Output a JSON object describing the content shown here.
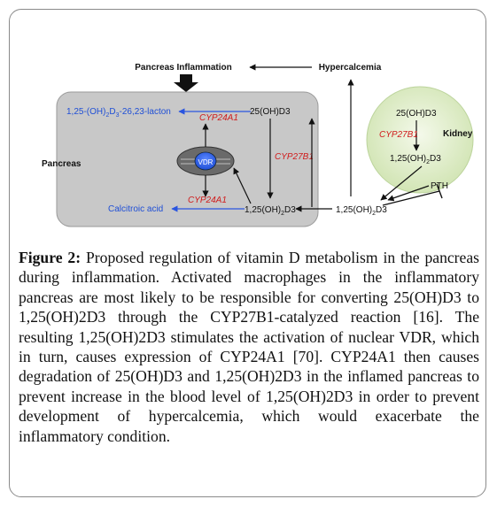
{
  "diagram": {
    "pancreas_inflammation": "Pancreas Inflammation",
    "hypercalcemia": "Hypercalcemia",
    "pancreas": "Pancreas",
    "lacton_main": "1,25-(OH)",
    "lacton_sub": "2",
    "lacton_mid": "D",
    "lacton_sub2": "3",
    "lacton_end": "-26,23-lacton",
    "cyp24a1_top": "CYP24A1",
    "ohd3_pancreas": "25(OH)D3",
    "cyp27b1_pancreas": "CYP27B1",
    "vdr": "VDR",
    "cyp24a1_bottom": "CYP24A1",
    "calcitroic_acid": "Calcitroic acid",
    "dihydroxy_pancreas_a": "1,25(OH)",
    "dihydroxy_pancreas_sub": "2",
    "dihydroxy_pancreas_b": "D3",
    "dihydroxy_blood_a": "1,25(OH)",
    "dihydroxy_blood_sub": "2",
    "dihydroxy_blood_b": "D3",
    "kidney": "Kidney",
    "ohd3_kidney": "25(OH)D3",
    "cyp27b1_kidney": "CYP27B1",
    "dihydroxy_kidney_a": "1,25(OH)",
    "dihydroxy_kidney_sub": "2",
    "dihydroxy_kidney_b": "D3",
    "pth": "PTH"
  },
  "caption": {
    "figure_label": "Figure 2:",
    "text": " Proposed regulation of vitamin D metabolism in the pancreas during inflammation. Activated macrophages in the inflammatory pancreas are most likely to be responsible for converting 25(OH)D3 to 1,25(OH)2D3 through the CYP27B1-catalyzed reaction [16]. The resulting 1,25(OH)2D3 stimulates the activation of nuclear VDR, which in turn, causes expression of CYP24A1 [70]. CYP24A1 then causes degradation of 25(OH)D3 and 1,25(OH)2D3 in the inflamed pancreas to prevent increase in the blood level of 1,25(OH)2D3 in order to prevent development of hypercalcemia, which would exacerbate the inflammatory condition."
  },
  "colors": {
    "pancreas_fill": "#c8c8c8",
    "kidney_fill": "#dcebc4",
    "blue_arrow": "#2a55e0",
    "red_label": "#d01c1c"
  }
}
